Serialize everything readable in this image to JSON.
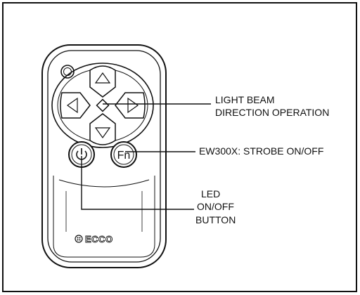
{
  "labels": {
    "beam_line1": "LIGHT BEAM",
    "beam_line2": "DIRECTION OPERATION",
    "strobe": "EW300X: STROBE ON/OFF",
    "led_line1": "LED",
    "led_line2": "ON/OFF",
    "led_line3": "BUTTON"
  },
  "remote": {
    "brand": "ECCO",
    "fn_button": "Fn",
    "power_symbol": "power-symbol",
    "icons": [
      "indicator-led-icon",
      "arrow-up-icon",
      "arrow-down-icon",
      "arrow-left-icon",
      "arrow-right-icon",
      "power-icon",
      "ecco-logo-icon"
    ]
  },
  "colors": {
    "stroke": "#111111",
    "background": "#ffffff"
  }
}
